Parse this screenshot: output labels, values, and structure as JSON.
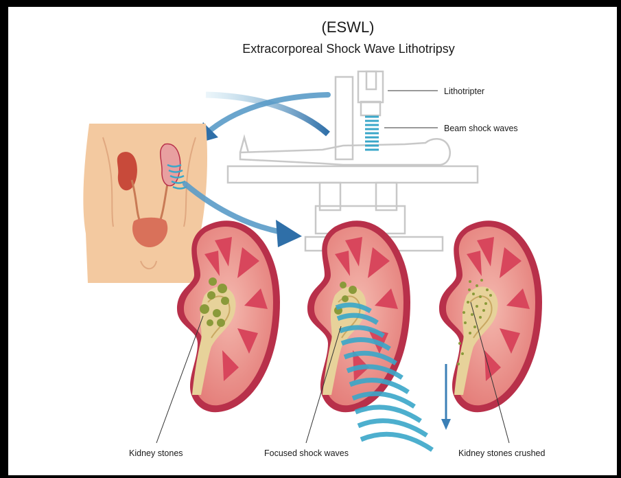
{
  "title": "(ESWL)",
  "subtitle": "Extracorporeal Shock Wave Lithotripsy",
  "labels": {
    "lithotripter": "Lithotripter",
    "beam": "Beam shock waves",
    "kidney_stones": "Kidney stones",
    "focused": "Focused shock waves",
    "crushed": "Kidney stones crushed"
  },
  "colors": {
    "skin": "#f3c9a0",
    "kidney_outer": "#e8958f",
    "kidney_dark": "#b8304a",
    "pyramid": "#d8465c",
    "pelvis": "#e7d29a",
    "stone": "#8a9a3a",
    "wave": "#3aa7c9",
    "arrow": "#3b7fb6",
    "outline": "#c8c8c8"
  }
}
